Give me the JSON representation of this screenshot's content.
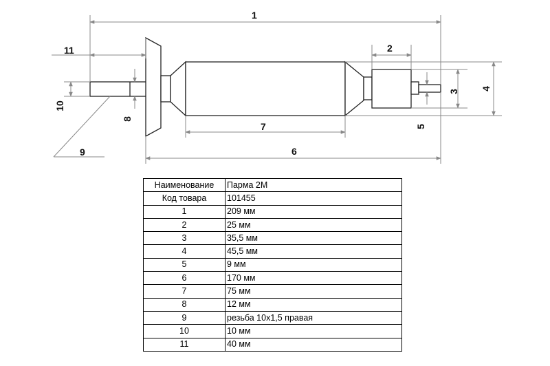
{
  "dimension_numbers": {
    "d1": "1",
    "d2": "2",
    "d3": "3",
    "d4": "4",
    "d5": "5",
    "d6": "6",
    "d7": "7",
    "d8": "8",
    "d9": "9",
    "d10": "10",
    "d11": "11"
  },
  "table": {
    "header": [
      "Наименование",
      "Парма 2М"
    ],
    "rows": [
      [
        "Код товара",
        "101455"
      ],
      [
        "1",
        "209 мм"
      ],
      [
        "2",
        "25 мм"
      ],
      [
        "3",
        "35,5 мм"
      ],
      [
        "4",
        "45,5 мм"
      ],
      [
        "5",
        "9 мм"
      ],
      [
        "6",
        "170 мм"
      ],
      [
        "7",
        "75 мм"
      ],
      [
        "8",
        "12 мм"
      ],
      [
        "9",
        "резьба 10х1,5 правая"
      ],
      [
        "10",
        "10 мм"
      ],
      [
        "11",
        "40 мм"
      ]
    ]
  }
}
